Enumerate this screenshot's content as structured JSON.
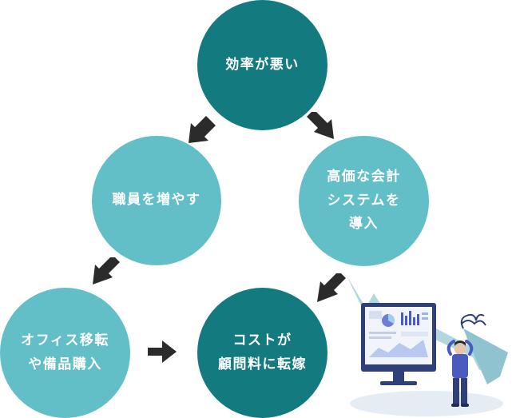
{
  "nodes": {
    "top": {
      "lines": [
        "効率が悪い"
      ]
    },
    "left": {
      "lines": [
        "職員を増やす"
      ]
    },
    "right": {
      "lines": [
        "高価な会計",
        "システムを",
        "導入"
      ]
    },
    "bottom_left": {
      "lines": [
        "オフィス移転",
        "や備品購入"
      ]
    },
    "bottom_center": {
      "lines": [
        "コストが",
        "顧問料に転嫁"
      ]
    }
  },
  "colors": {
    "dark_circle": "#137b7f",
    "light_circle": "#62bfc7",
    "arrow": "#2b2b2b",
    "trend_arrow": "#8fc3cf"
  },
  "icons": {
    "arrow": "arrow-icon",
    "illustration": "stressed-person-with-monitor-icon"
  }
}
